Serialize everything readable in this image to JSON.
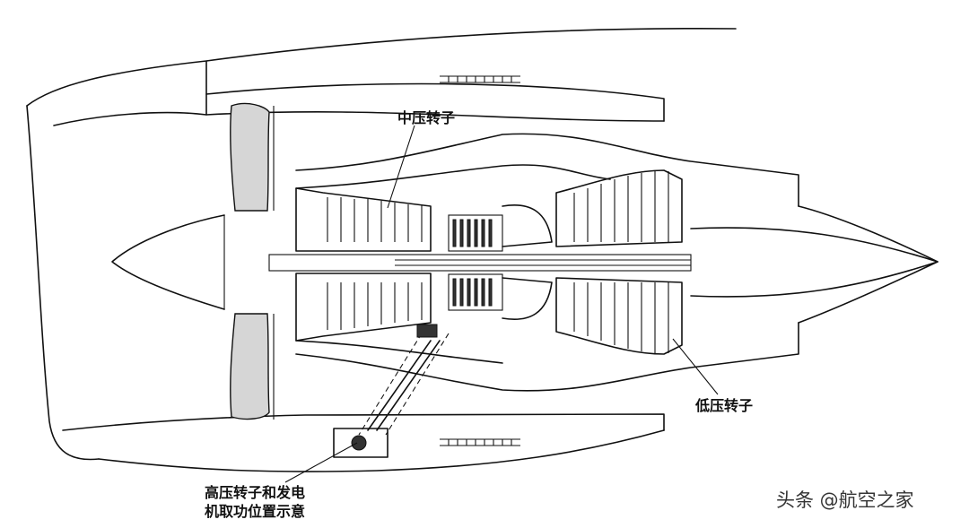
{
  "labels": {
    "ip_rotor": "中压转子",
    "lp_rotor": "低压转子",
    "hp_rotor_line1": "高压转子和发电",
    "hp_rotor_line2": "机取功位置示意"
  },
  "watermark": "头条 @航空之家",
  "colors": {
    "line": "#111111",
    "fan_fill": "#d6d6d6",
    "background": "#ffffff"
  }
}
